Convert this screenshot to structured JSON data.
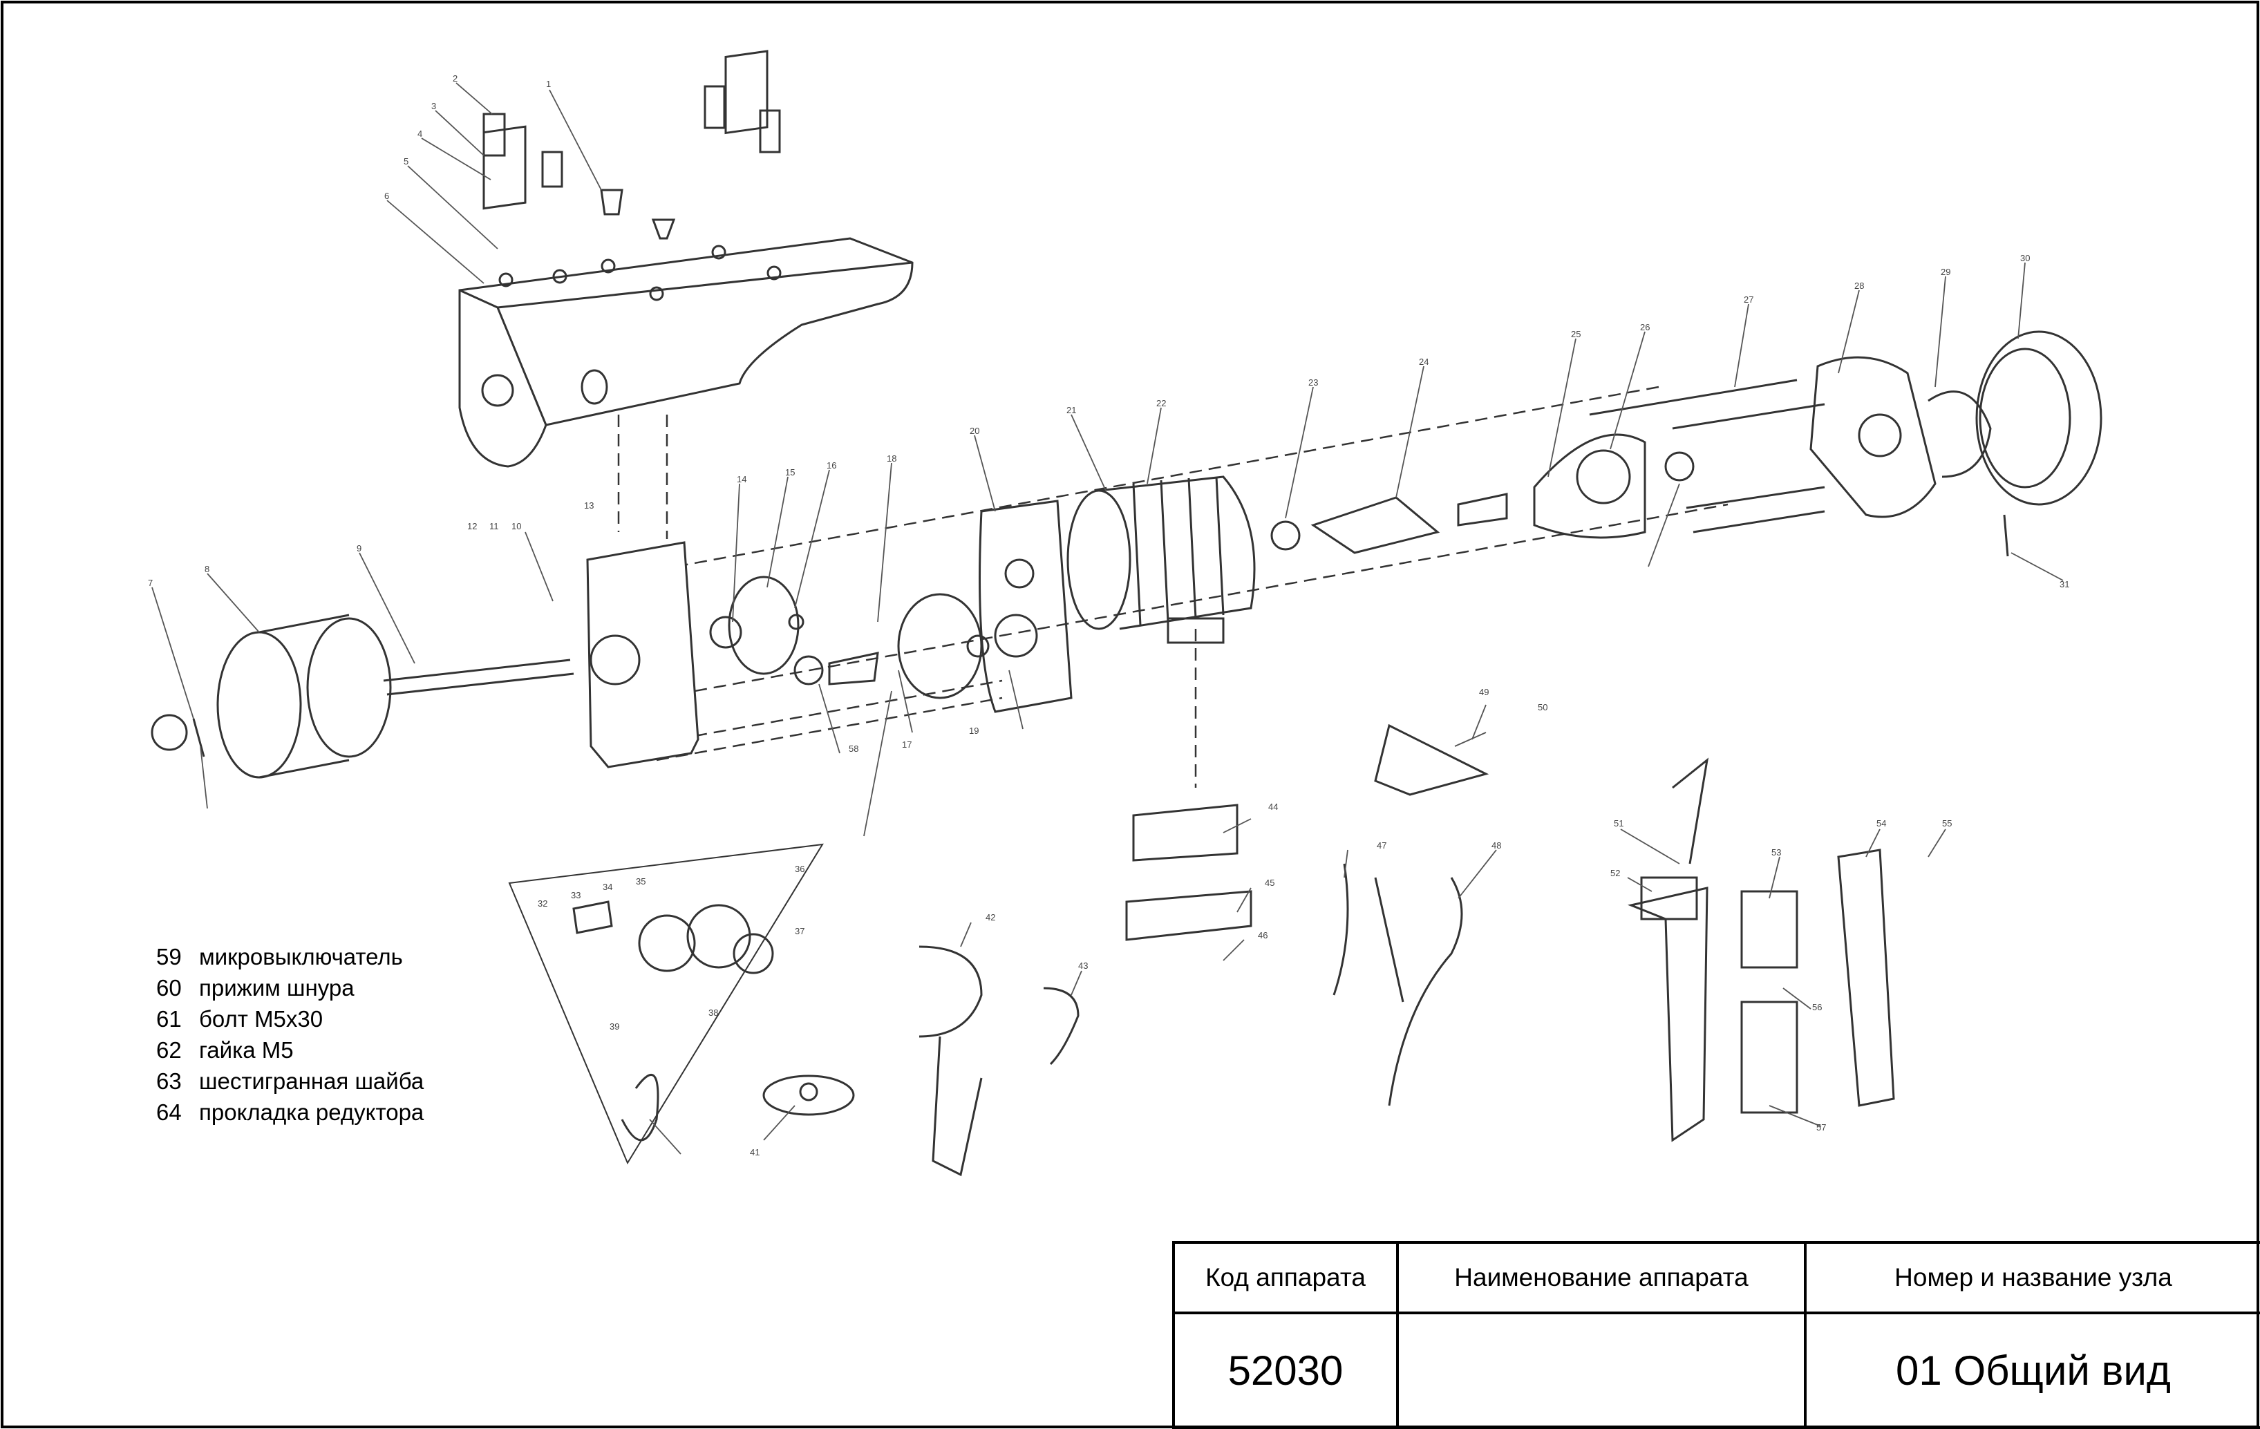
{
  "callouts": [
    "1",
    "2",
    "3",
    "4",
    "5",
    "6",
    "7",
    "8",
    "9",
    "10",
    "11",
    "12",
    "13",
    "14",
    "15",
    "16",
    "17",
    "18",
    "19",
    "20",
    "21",
    "22",
    "23",
    "24",
    "25",
    "26",
    "27",
    "28",
    "29",
    "30",
    "31",
    "32",
    "33",
    "34",
    "35",
    "36",
    "37",
    "38",
    "39",
    "41",
    "42",
    "43",
    "44",
    "45",
    "46",
    "47",
    "48",
    "49",
    "50",
    "51",
    "52",
    "53",
    "54",
    "55",
    "56",
    "57",
    "58"
  ],
  "legend": [
    {
      "num": "59",
      "name": "микровыключатель"
    },
    {
      "num": "60",
      "name": "прижим шнура"
    },
    {
      "num": "61",
      "name": "болт М5х30"
    },
    {
      "num": "62",
      "name": "гайка М5"
    },
    {
      "num": "63",
      "name": "шестигранная шайба"
    },
    {
      "num": "64",
      "name": "прокладка редуктора"
    }
  ],
  "title_block": {
    "headers": [
      "Код аппарата",
      "Наименование аппарата",
      "Номер и название узла"
    ],
    "values": [
      "52030",
      "",
      "01 Общий вид"
    ]
  }
}
